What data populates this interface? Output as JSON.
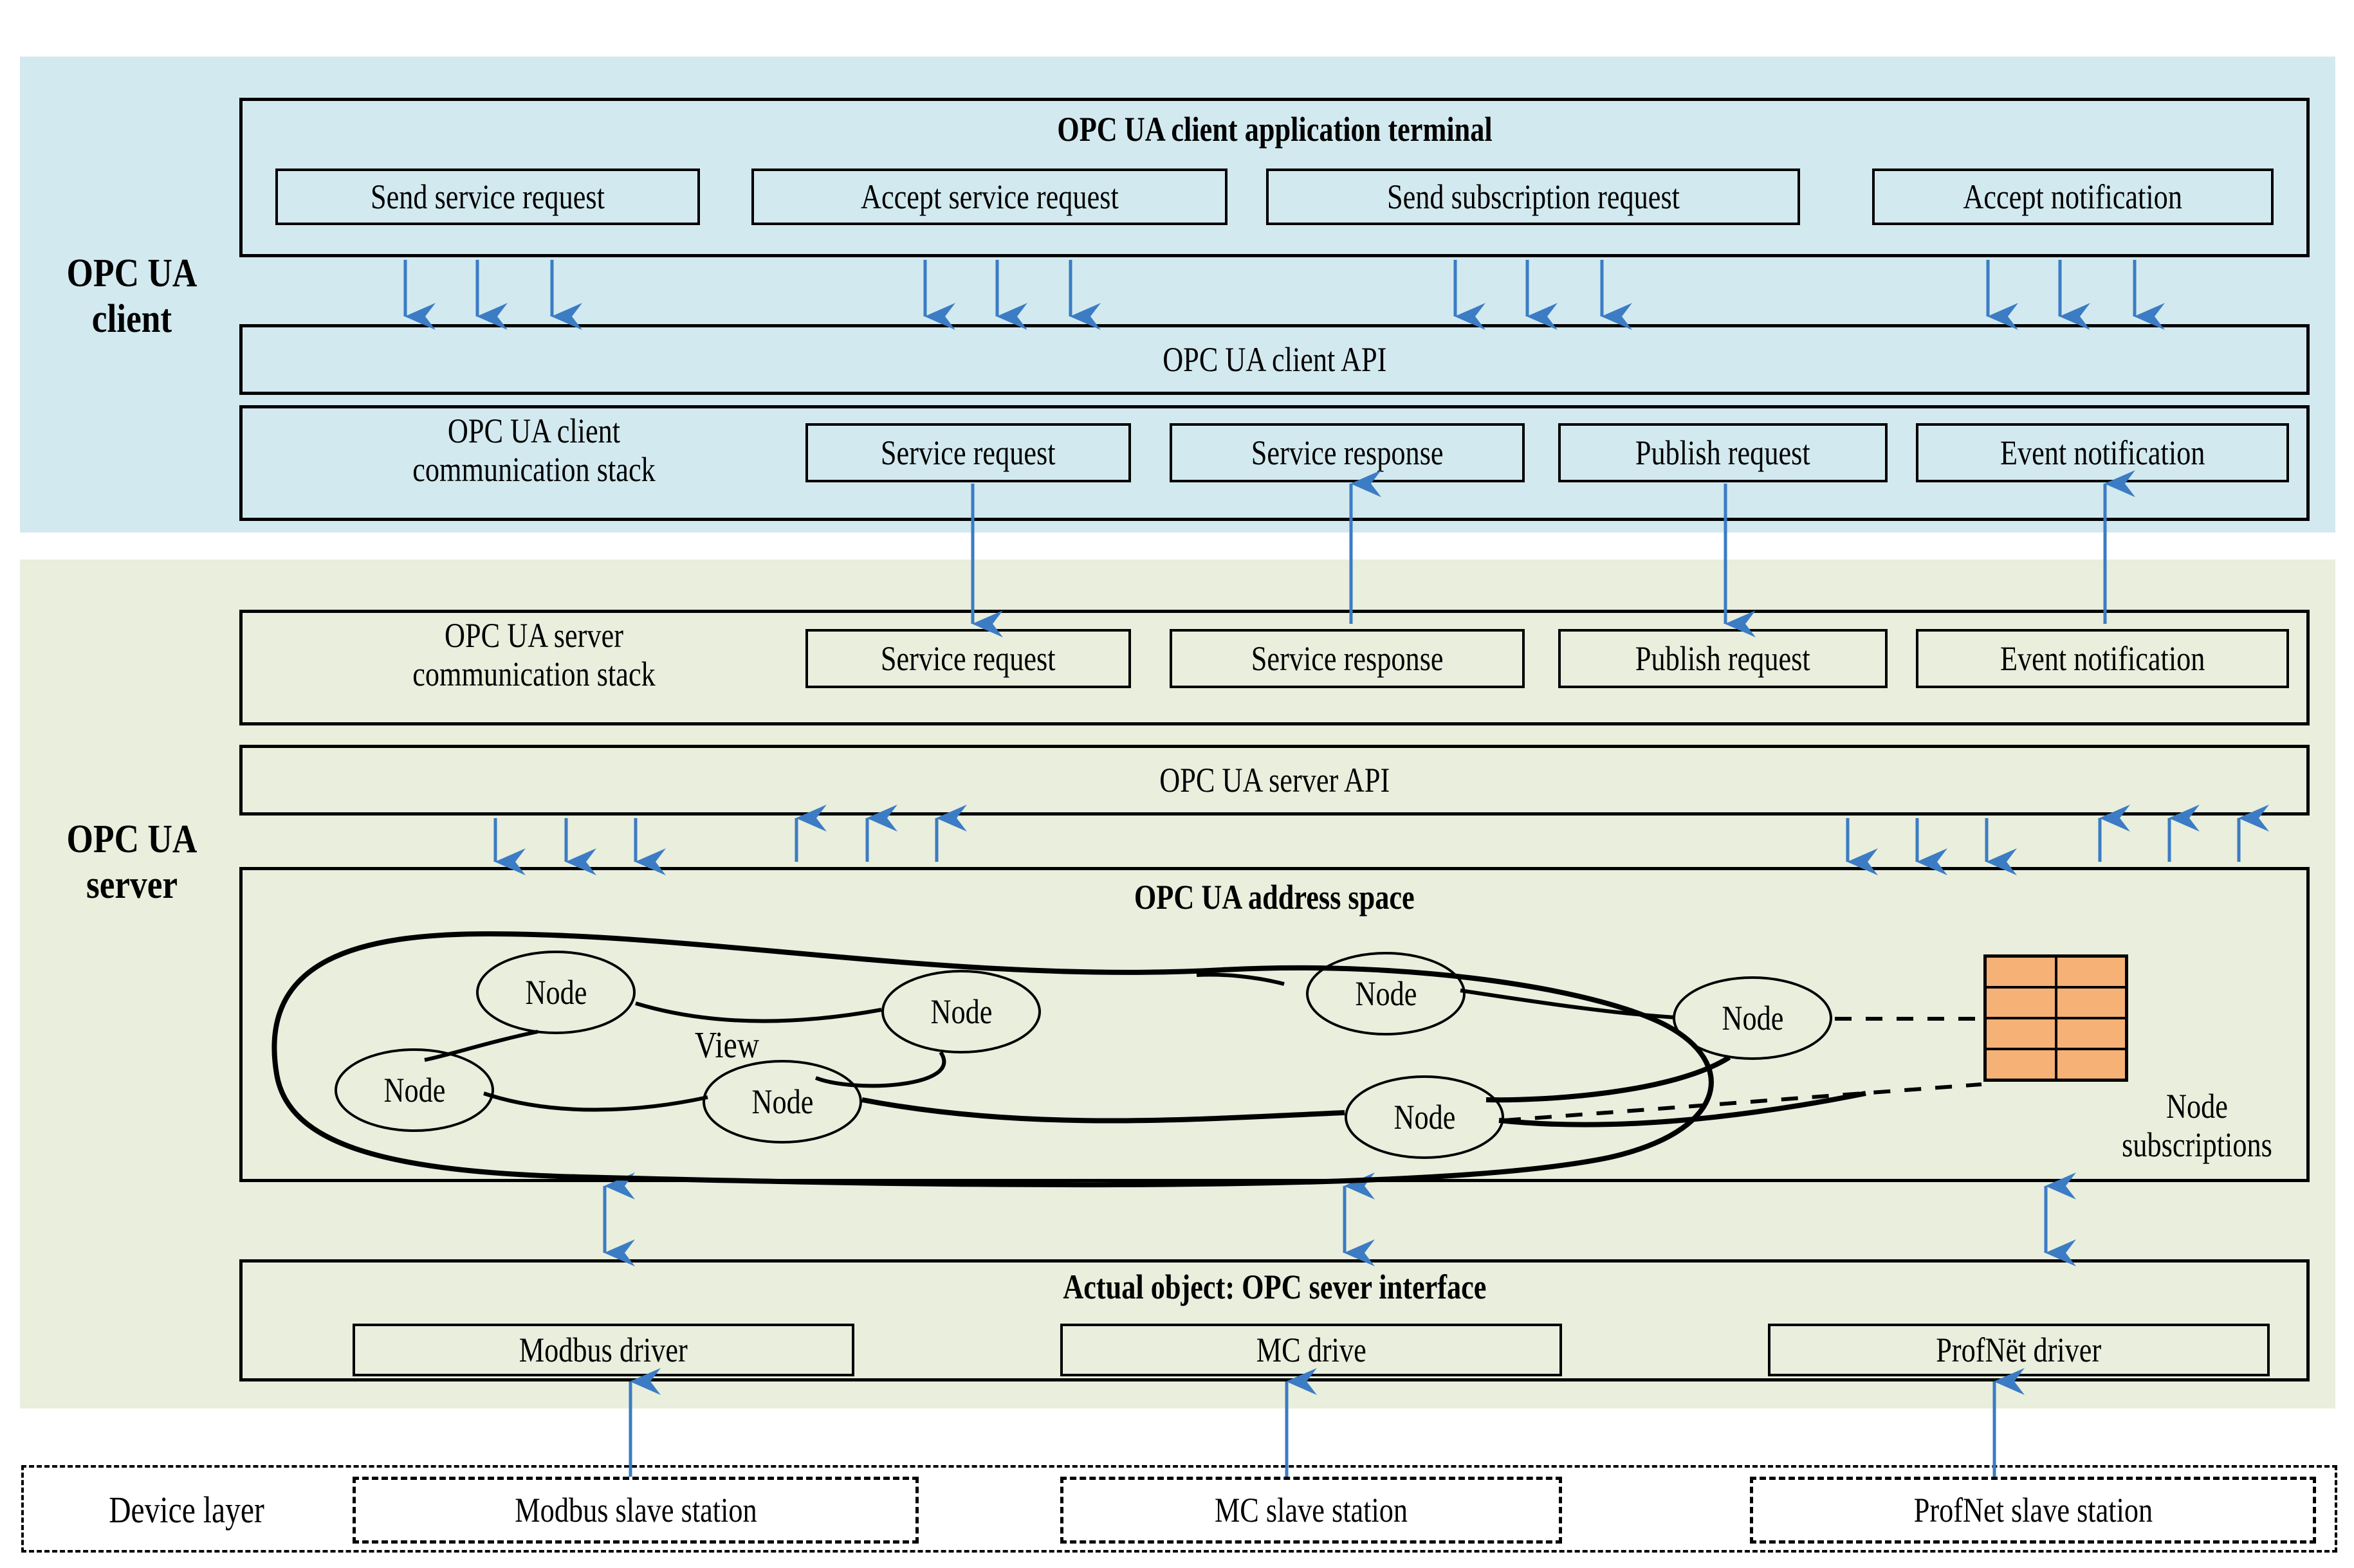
{
  "zones": {
    "client_label": "OPC UA\nclient",
    "server_label": "OPC UA\nserver",
    "client_color": "#d2e9ef",
    "server_color": "#e9eedd"
  },
  "client": {
    "app_terminal": {
      "title": "OPC UA client application terminal",
      "items": [
        "Send service request",
        "Accept service request",
        "Send subscription request",
        "Accept notification"
      ]
    },
    "api": {
      "title": "OPC UA client API"
    },
    "comm_stack": {
      "title": "OPC UA client\ncommunication stack",
      "items": [
        "Service request",
        "Service response",
        "Publish request",
        "Event notification"
      ]
    }
  },
  "server": {
    "comm_stack": {
      "title": "OPC UA server\ncommunication stack",
      "items": [
        "Service request",
        "Service response",
        "Publish request",
        "Event notification"
      ]
    },
    "api": {
      "title": "OPC UA server API"
    },
    "address_space": {
      "title": "OPC UA address space",
      "view_label": "View",
      "nodes": [
        "Node",
        "Node",
        "Node",
        "Node",
        "Node",
        "Node",
        "Node"
      ],
      "subscriptions_label": "Node\nsubscriptions",
      "subscriptions_color": "#f6b176",
      "subscription_cells": 8
    },
    "interface": {
      "title": "Actual object: OPC sever interface",
      "drivers": [
        "Modbus driver",
        "MC drive",
        "ProfNët driver"
      ]
    }
  },
  "device_layer": {
    "label": "Device layer",
    "stations": [
      "Modbus slave station",
      "MC slave station",
      "ProfNet slave station"
    ]
  },
  "arrows": {
    "color": "#3b7cc4"
  }
}
